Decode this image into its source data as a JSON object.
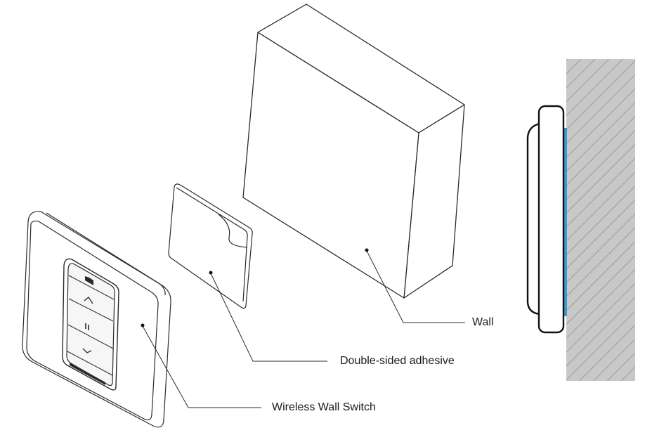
{
  "labels": {
    "wall": "Wall",
    "adhesive": "Double-sided adhesive",
    "switch": "Wireless Wall Switch"
  },
  "button_icons": [
    "home-icon",
    "up-arrow-icon",
    "pause-icon",
    "down-arrow-icon"
  ],
  "colors": {
    "line": "#2a2a2a",
    "wall_hatch_bg": "#c8c8c8",
    "adhesive_blue": "#3f97d4"
  }
}
